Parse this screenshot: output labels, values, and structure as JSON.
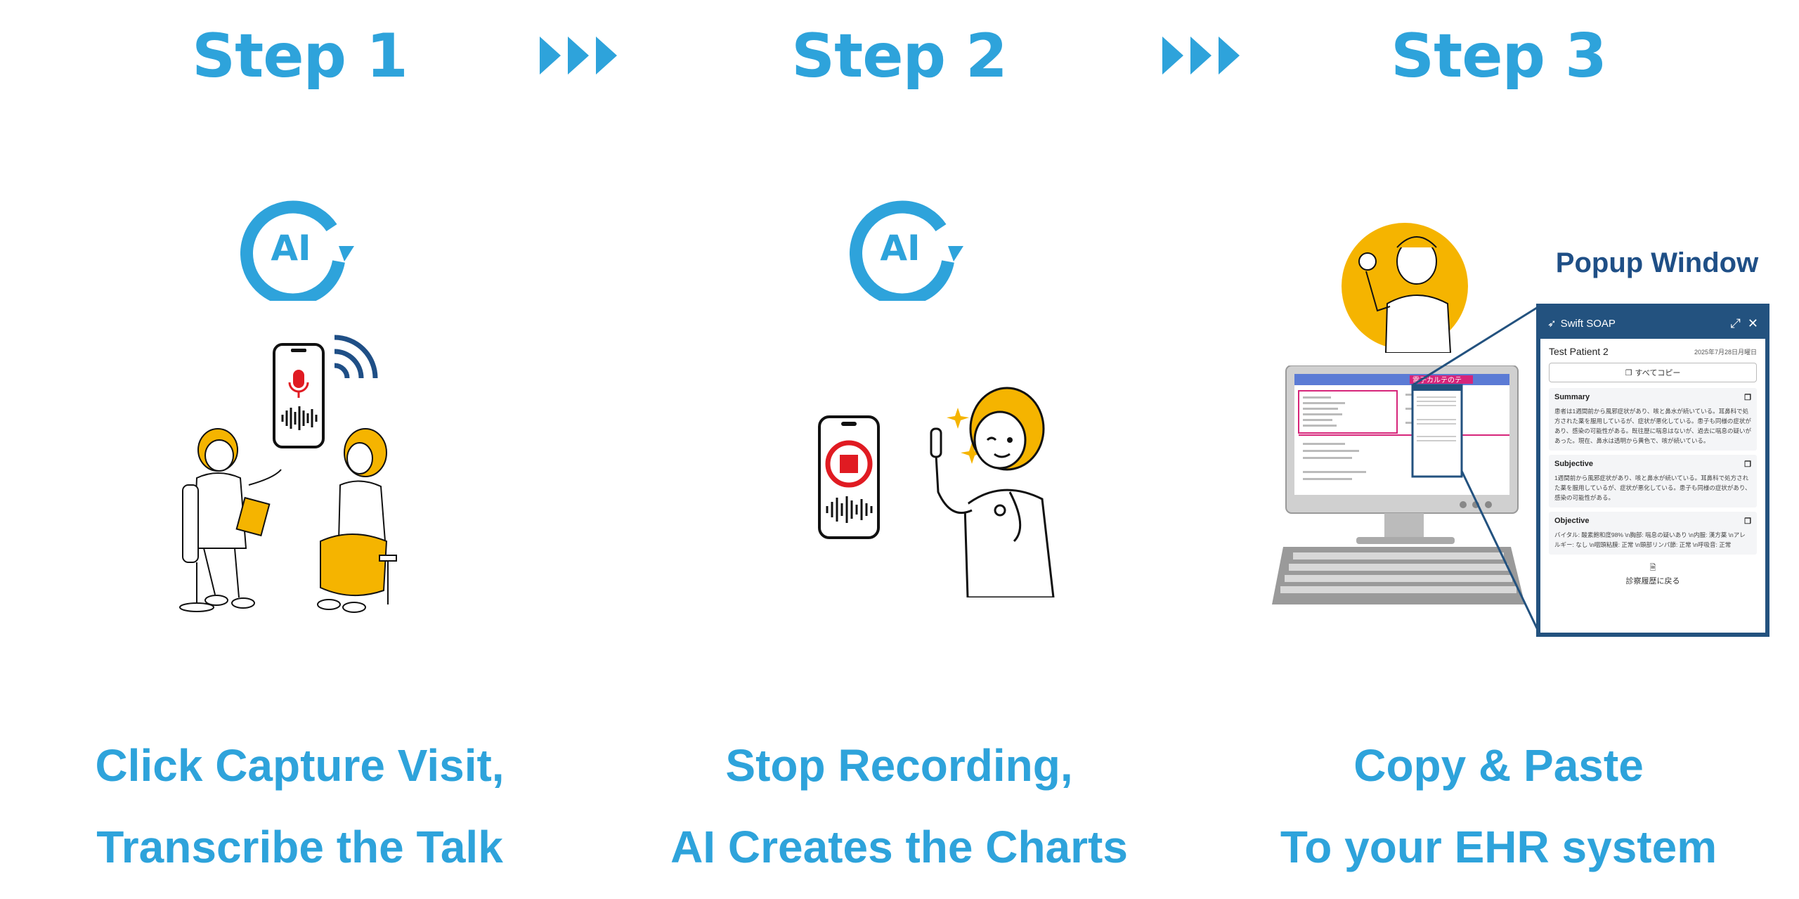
{
  "steps": [
    {
      "title": "Step 1",
      "caption_line1": "Click Capture Visit,",
      "caption_line2": "Transcribe the Talk"
    },
    {
      "title": "Step 2",
      "caption_line1": "Stop Recording,",
      "caption_line2": "AI Creates the Charts"
    },
    {
      "title": "Step 3",
      "caption_line1": "Copy & Paste",
      "caption_line2": "To your EHR system"
    }
  ],
  "ai_badge": "AI",
  "monitor_banner": "電子カルテのテ",
  "popup": {
    "label": "Popup Window",
    "app_name": "Swift SOAP",
    "patient": "Test Patient 2",
    "date": "2025年7月28日月曜日",
    "copy_all": "すべてコピー",
    "sections": [
      {
        "title": "Summary",
        "body": "患者は1週間前から風邪症状があり、咳と鼻水が続いている。耳鼻科で処方された薬を服用しているが、症状が悪化している。患子も同様の症状があり、感染の可能性がある。既往歴に喘息はないが、過去に喘息の疑いがあった。現在、鼻水は透明から黄色で、咳が続いている。"
      },
      {
        "title": "Subjective",
        "body": "1週間前から風邪症状があり、咳と鼻水が続いている。耳鼻科で処方された薬を服用しているが、症状が悪化している。患子も同様の症状があり、感染の可能性がある。"
      },
      {
        "title": "Objective",
        "body": "バイタル: 酸素飽和度98% \\n胸部: 喘息の疑いあり \\n内服: 漢方薬 \\nアレルギー: なし \\n咽頭粘膜: 正常 \\n頸部リンパ節: 正常 \\n呼吸音: 正常"
      }
    ],
    "back": "診察履歴に戻る"
  },
  "colors": {
    "title": "#2ea3db",
    "popup_frame": "#23527f",
    "accent_yellow": "#f5b400",
    "record_red": "#e01b22"
  }
}
